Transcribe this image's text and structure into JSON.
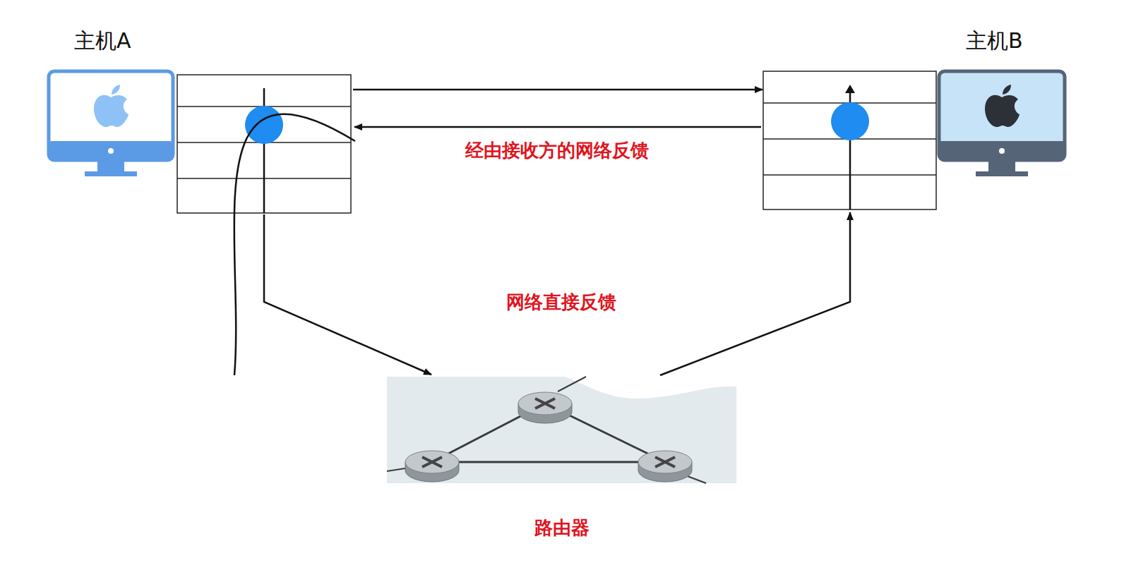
{
  "diagram": {
    "nodes": [
      {
        "text": [
          "主机A"
        ]
      },
      {
        "text": [
          "主机B"
        ]
      },
      {
        "text": [
          "路由器"
        ]
      }
    ],
    "edges": [
      {
        "from": 0,
        "to": 1,
        "arrow": "to"
      },
      {
        "from": 1,
        "to": 0,
        "arrow": "to",
        "label": "经由接收方的网络反馈"
      },
      {
        "from": 0,
        "to": 2,
        "arrow": "to"
      },
      {
        "from": 2,
        "to": 0,
        "arrow": "none",
        "label": "网络直接反馈"
      },
      {
        "from": 2,
        "to": 1,
        "arrow": "to"
      }
    ]
  }
}
